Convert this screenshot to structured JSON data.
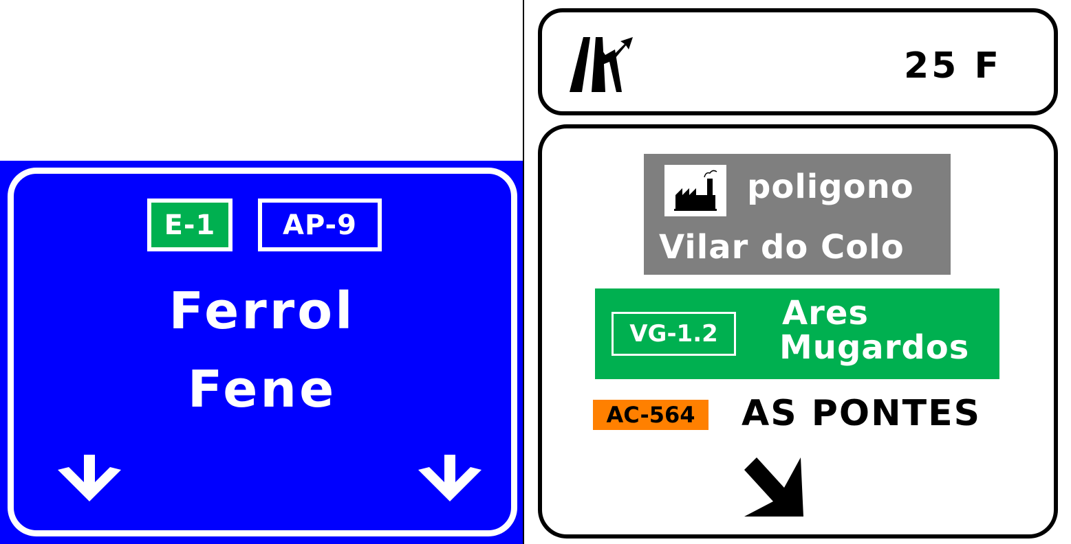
{
  "colors": {
    "blue_background": "#0000ff",
    "green_route": "#00b050",
    "industrial_grey": "#7f7f7f",
    "regional_orange": "#ff8000",
    "white": "#ffffff",
    "black": "#000000"
  },
  "blue_sign": {
    "route_shields": [
      "E-1",
      "AP-9"
    ],
    "destinations": [
      "Ferrol",
      "Fene"
    ],
    "arrows": [
      "down-arrow-icon",
      "down-arrow-icon"
    ]
  },
  "white_sign": {
    "exit_panel": {
      "icon": "motorway-exit-icon",
      "exit_number": "25 F"
    },
    "industrial_area": {
      "icon": "factory-icon",
      "line_1": "poligono",
      "line_2": "Vilar do Colo"
    },
    "green_panel": {
      "route": "VG-1.2",
      "line_1": "Ares",
      "line_2": "Mugardos"
    },
    "regional": {
      "route": "AC-564",
      "destination": "AS PONTES"
    },
    "direction_arrow": "diagonal-down-right-arrow-icon"
  }
}
